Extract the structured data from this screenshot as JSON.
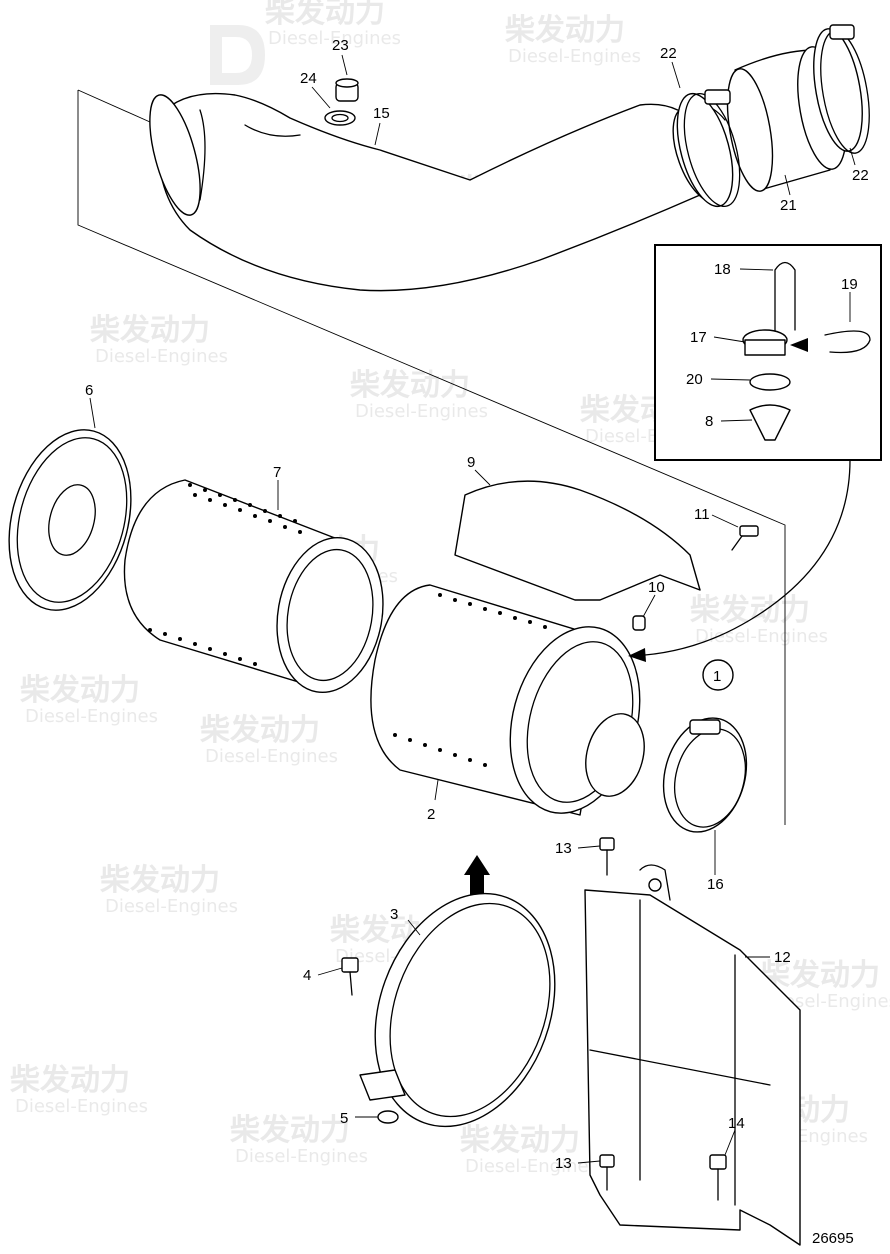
{
  "watermark": {
    "brand": "柴发动力",
    "sub": "Diesel-Engines"
  },
  "drawing_number": "26695",
  "detail_marker": "1",
  "callouts": {
    "c2": "2",
    "c3": "3",
    "c4": "4",
    "c5": "5",
    "c6": "6",
    "c7": "7",
    "c8": "8",
    "c9": "9",
    "c10": "10",
    "c11": "11",
    "c12": "12",
    "c13a": "13",
    "c13b": "13",
    "c14": "14",
    "c15": "15",
    "c16": "16",
    "c17": "17",
    "c18": "18",
    "c19": "19",
    "c20": "20",
    "c21": "21",
    "c22a": "22",
    "c22b": "22",
    "c23": "23",
    "c24": "24"
  }
}
